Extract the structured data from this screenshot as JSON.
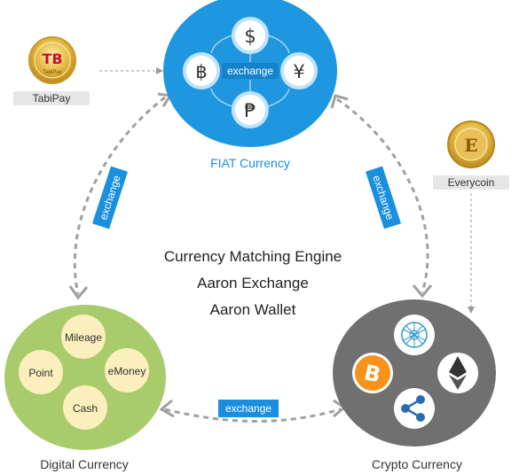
{
  "colors": {
    "fiat_circle": "#1f97e0",
    "digital_circle": "#a8cc6c",
    "crypto_circle": "#707070",
    "accent_blue": "#1a8fe0",
    "bitcoin": "#f7931a",
    "ripple": "#2b6cb0",
    "qtum": "#2e97c8",
    "ethereum": "#343434"
  },
  "fiat": {
    "title": "FIAT Currency",
    "center_label": "exchange",
    "symbols": {
      "dollar": "$",
      "baht": "฿",
      "yen": "¥",
      "peso": "₱"
    }
  },
  "digital": {
    "title": "Digital Currency",
    "items": {
      "mileage": "Mileage",
      "point": "Point",
      "emoney": "eMoney",
      "cash": "Cash"
    }
  },
  "crypto": {
    "title": "Crypto Currency",
    "coins": [
      "qtum-logo-icon",
      "bitcoin-logo-icon",
      "ethereum-logo-icon",
      "ripple-logo-icon"
    ]
  },
  "center": {
    "line1": "Currency Matching Engine",
    "line2": "Aaron Exchange",
    "line3": "Aaron Wallet"
  },
  "exchange_tags": {
    "left": "exchange",
    "right": "exchange",
    "bottom": "exchange"
  },
  "partners": {
    "tabipay": {
      "name": "TabiPay",
      "logo_letters": "TB",
      "logo_word": "TabiPay"
    },
    "everycoin": {
      "name": "Everycoin",
      "logo_letter": "E"
    }
  }
}
